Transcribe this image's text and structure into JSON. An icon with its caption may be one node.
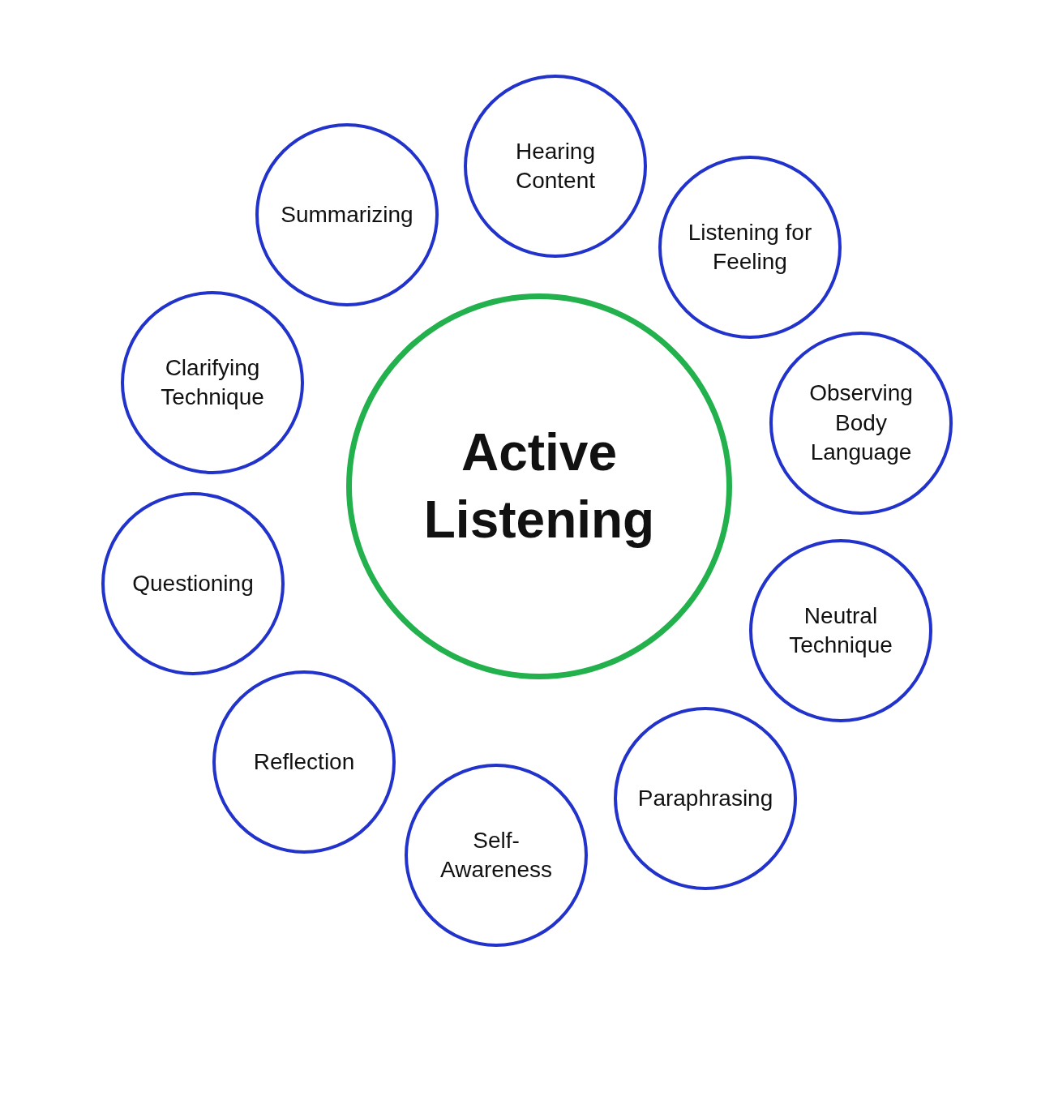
{
  "diagram": {
    "nodes": [
      {
        "text": [
          "Active Listening"
        ]
      },
      {
        "text": [
          "Hearing Content"
        ]
      },
      {
        "text": [
          "Listening for Feeling"
        ]
      },
      {
        "text": [
          "Observing Body Language"
        ]
      },
      {
        "text": [
          "Neutral Technique"
        ]
      },
      {
        "text": [
          "Paraphrasing"
        ]
      },
      {
        "text": [
          "Self- Awareness"
        ]
      },
      {
        "text": [
          "Reflection"
        ]
      },
      {
        "text": [
          "Questioning"
        ]
      },
      {
        "text": [
          "Clarifying Technique"
        ]
      },
      {
        "text": [
          "Summarizing"
        ]
      }
    ],
    "edges": []
  }
}
